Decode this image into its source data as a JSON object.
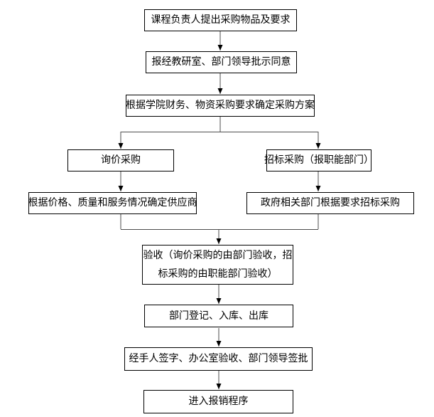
{
  "diagram": {
    "background_color": "#ffffff",
    "node_fill_color": "#ffffff",
    "node_border_color": "#000000",
    "text_color": "#000000",
    "connector_color": "#4d4d4d",
    "arrowhead_color": "#000000"
  },
  "nodes": [
    {
      "id": "n1",
      "label": "课程负责人提出采购物品及要求"
    },
    {
      "id": "n2",
      "label": "报经教研室、部门领导批示同意"
    },
    {
      "id": "n3",
      "label": "根据学院财务、物资采购要求确定采购方案"
    },
    {
      "id": "n4",
      "label": "询价采购"
    },
    {
      "id": "n5",
      "label": "招标采购（报职能部门）"
    },
    {
      "id": "n6",
      "label": "根据价格、质量和服务情况确定供应商"
    },
    {
      "id": "n7",
      "label": "政府相关部门根据要求招标采购"
    },
    {
      "id": "n8",
      "label": "验收（询价采购的由部门验收，招标采购的由职能部门验收）",
      "lines": [
        "验收（询价采购的由部门验收，招",
        "标采购的由职能部门验收）"
      ]
    },
    {
      "id": "n9",
      "label": "部门登记、入库、出库"
    },
    {
      "id": "n10",
      "label": "经手人签字、办公室验收、部门领导签批"
    },
    {
      "id": "n11",
      "label": "进入报销程序"
    }
  ],
  "edges": [
    {
      "from": "n1",
      "to": "n2"
    },
    {
      "from": "n2",
      "to": "n3"
    },
    {
      "from": "n3",
      "to": "n4"
    },
    {
      "from": "n3",
      "to": "n5"
    },
    {
      "from": "n4",
      "to": "n6"
    },
    {
      "from": "n5",
      "to": "n7"
    },
    {
      "from": "n6",
      "to": "n8"
    },
    {
      "from": "n7",
      "to": "n8"
    },
    {
      "from": "n8",
      "to": "n9"
    },
    {
      "from": "n9",
      "to": "n10"
    },
    {
      "from": "n10",
      "to": "n11"
    }
  ]
}
